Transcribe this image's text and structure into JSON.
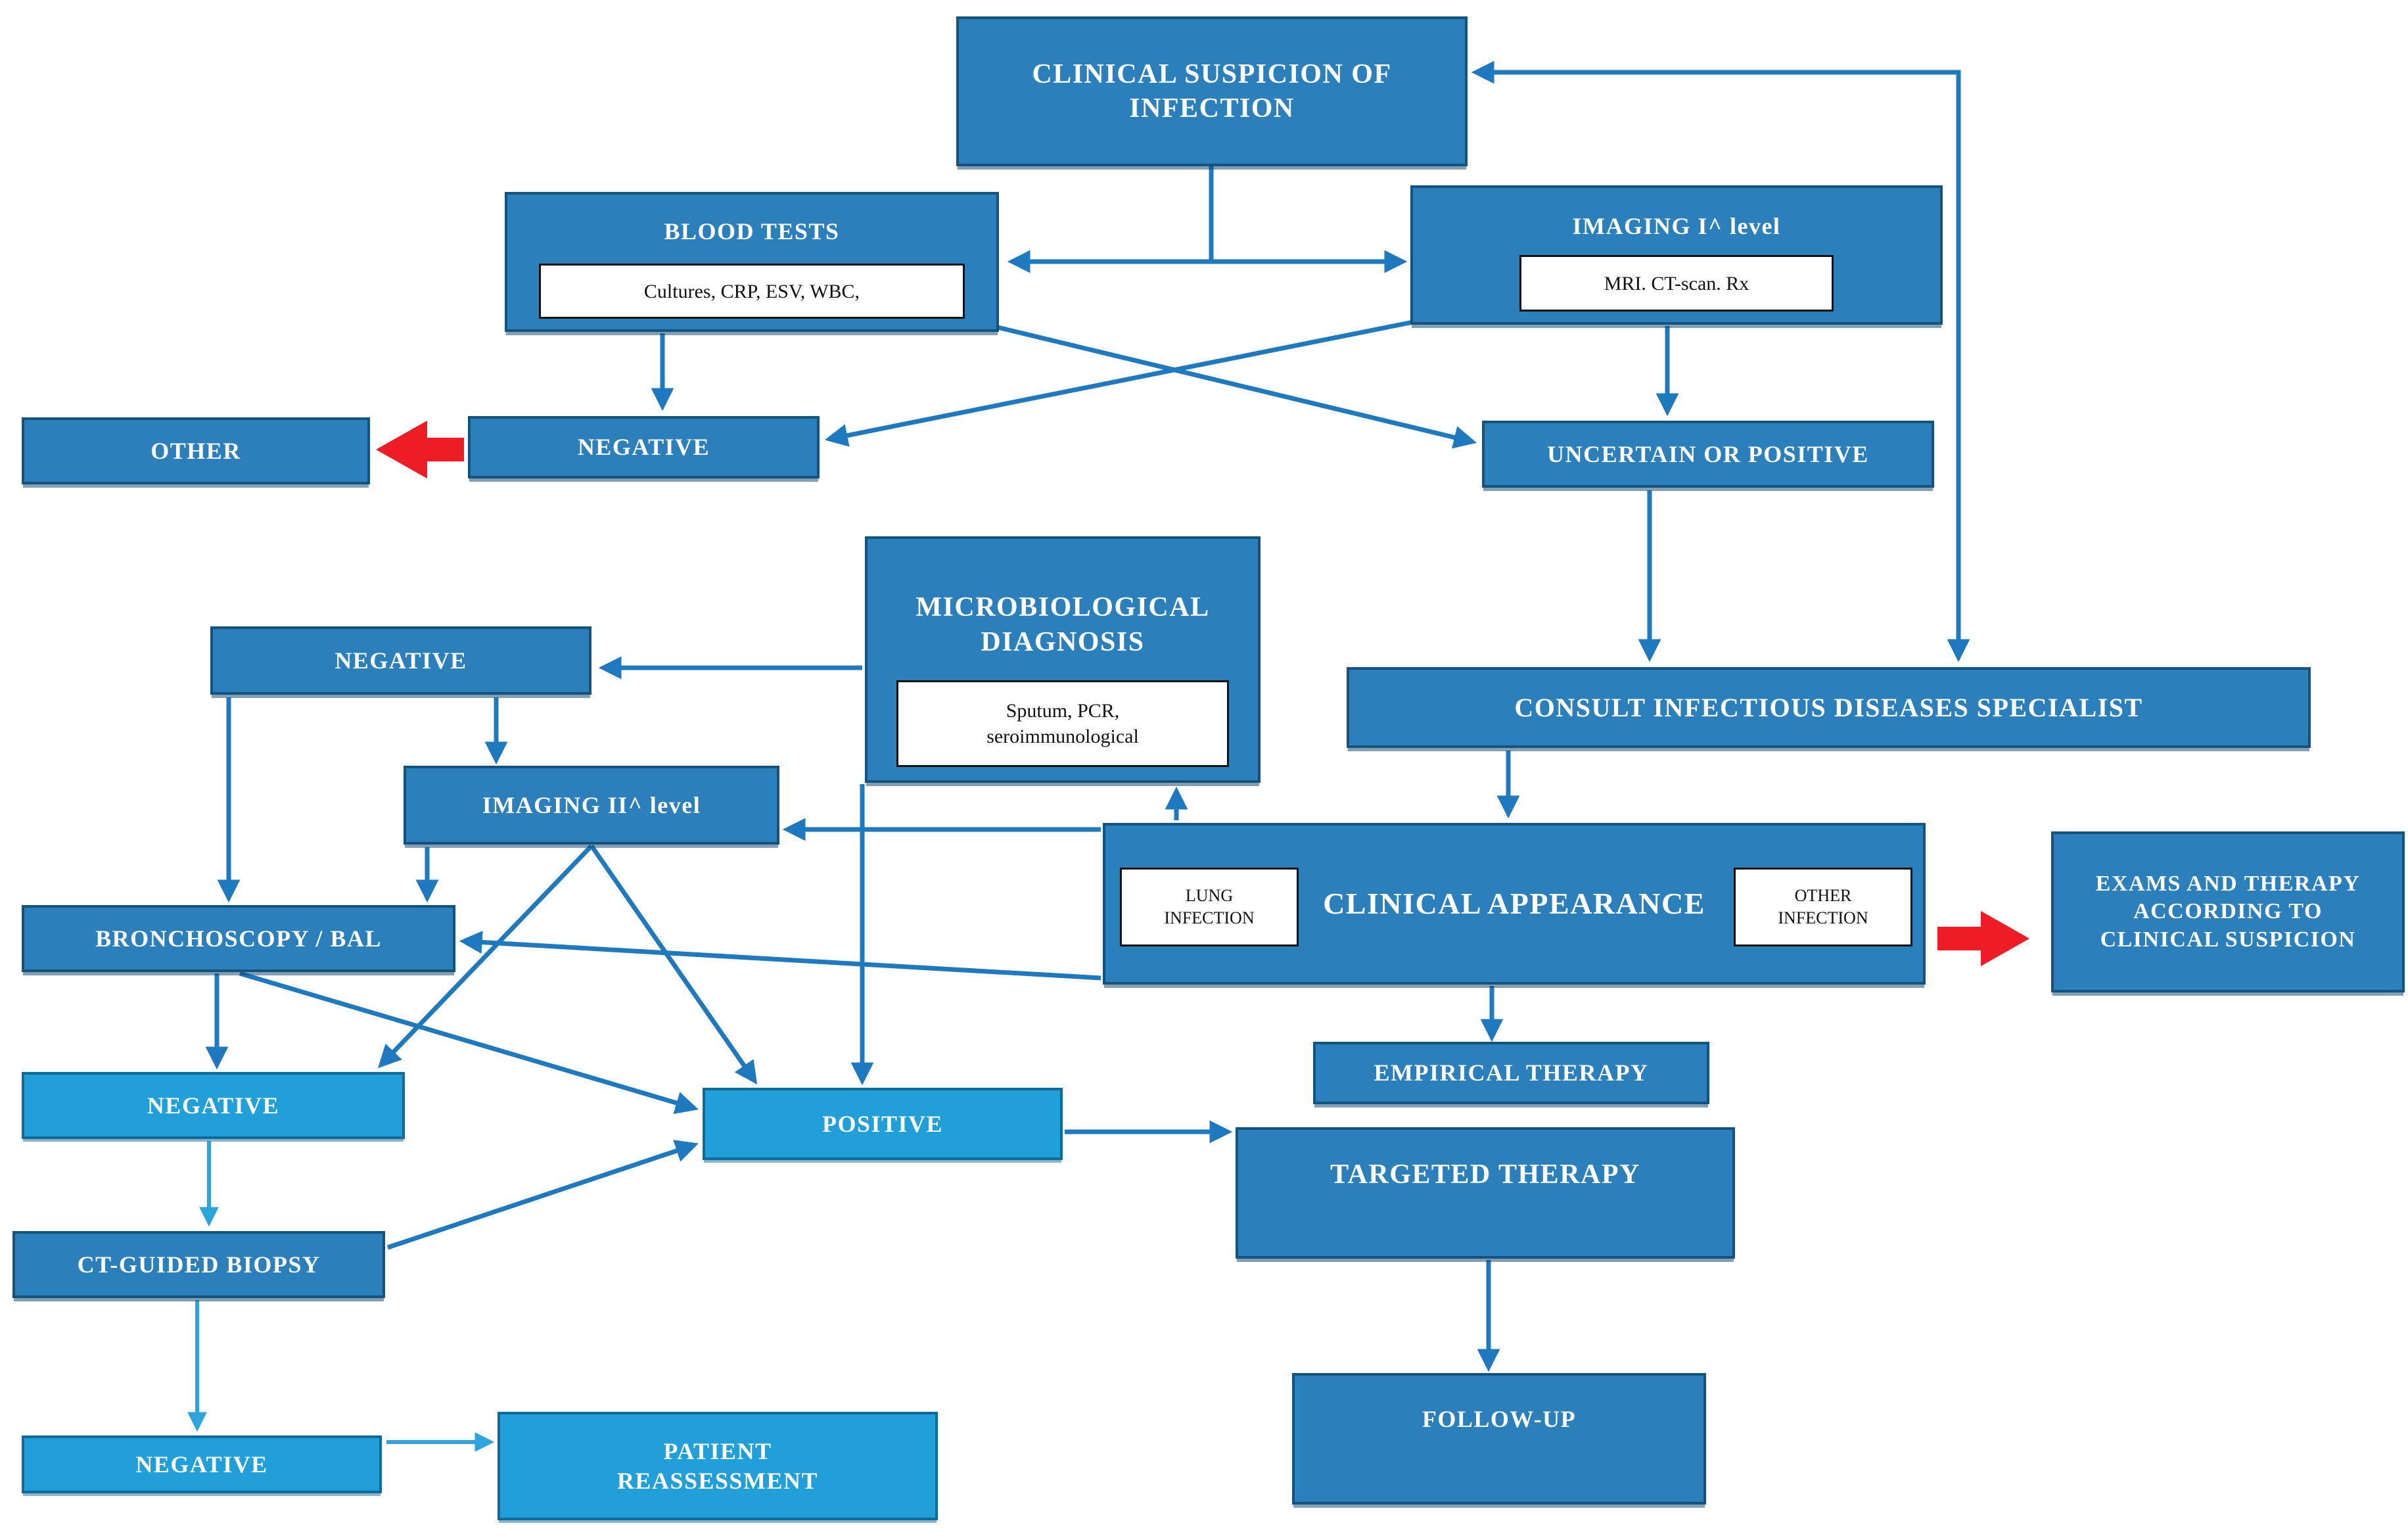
{
  "colors": {
    "box_dark": "#2b80bc",
    "box_light": "#209fd9",
    "box_border_dark": "#14537e",
    "box_border_light": "#0e6c9c",
    "arrow_blue": "#1e79bf",
    "arrow_light_blue": "#2da4de",
    "arrow_red": "#ee1c24",
    "label_text": "#ffffff",
    "detail_text": "#111111",
    "detail_background": "#ffffff"
  },
  "nodes": {
    "clinical_suspicion": {
      "label": "CLINICAL SUSPICION OF\nINFECTION"
    },
    "blood_tests": {
      "label": "BLOOD TESTS",
      "detail": "Cultures, CRP, ESV, WBC,"
    },
    "imaging_1": {
      "label": "IMAGING I^ level",
      "detail": "MRI. CT-scan. Rx"
    },
    "other": {
      "label": "OTHER"
    },
    "negative_blood": {
      "label": "NEGATIVE"
    },
    "uncertain_positive": {
      "label": "UNCERTAIN OR POSITIVE"
    },
    "microbiological": {
      "label": "MICROBIOLOGICAL\nDIAGNOSIS",
      "detail": "Sputum, PCR,\nseroimmunological"
    },
    "negative_micro": {
      "label": "NEGATIVE"
    },
    "consult": {
      "label": "CONSULT INFECTIOUS DISEASES SPECIALIST"
    },
    "imaging_2": {
      "label": "IMAGING II^ level"
    },
    "clinical_appearance": {
      "label": "CLINICAL APPEARANCE",
      "lung": "LUNG\nINFECTION",
      "other": "OTHER\nINFECTION"
    },
    "exams_therapy": {
      "label": "EXAMS AND THERAPY\nACCORDING TO\nCLINICAL SUSPICION"
    },
    "bronchoscopy": {
      "label": "BRONCHOSCOPY / BAL"
    },
    "negative_bronch": {
      "label": "NEGATIVE"
    },
    "positive": {
      "label": "POSITIVE"
    },
    "empirical": {
      "label": "EMPIRICAL THERAPY"
    },
    "targeted": {
      "label": "TARGETED THERAPY"
    },
    "ct_biopsy": {
      "label": "CT-GUIDED BIOPSY"
    },
    "negative_ct": {
      "label": "NEGATIVE"
    },
    "patient_reassessment": {
      "label": "PATIENT\nREASSESSMENT"
    },
    "follow_up": {
      "label": "FOLLOW-UP"
    }
  },
  "edges": [
    {
      "from": "clinical_suspicion",
      "to": "blood_tests",
      "style": "blue"
    },
    {
      "from": "clinical_suspicion",
      "to": "imaging_1",
      "style": "blue"
    },
    {
      "from": "blood_tests",
      "to": "negative_blood",
      "style": "blue"
    },
    {
      "from": "blood_tests",
      "to": "uncertain_positive",
      "style": "blue"
    },
    {
      "from": "imaging_1",
      "to": "negative_blood",
      "style": "blue"
    },
    {
      "from": "imaging_1",
      "to": "uncertain_positive",
      "style": "blue"
    },
    {
      "from": "negative_blood",
      "to": "other",
      "style": "red"
    },
    {
      "from": "uncertain_positive",
      "to": "consult",
      "style": "blue"
    },
    {
      "from": "consult",
      "to": "clinical_suspicion",
      "style": "blue-double-head"
    },
    {
      "from": "consult",
      "to": "clinical_appearance",
      "style": "blue"
    },
    {
      "from": "clinical_appearance",
      "to": "microbiological",
      "style": "blue"
    },
    {
      "from": "clinical_appearance",
      "to": "imaging_2",
      "style": "blue"
    },
    {
      "from": "clinical_appearance",
      "to": "bronchoscopy",
      "style": "blue"
    },
    {
      "from": "clinical_appearance",
      "to": "empirical",
      "style": "blue"
    },
    {
      "from": "clinical_appearance",
      "to": "exams_therapy",
      "style": "red"
    },
    {
      "from": "microbiological",
      "to": "negative_micro",
      "style": "blue"
    },
    {
      "from": "microbiological",
      "to": "positive",
      "style": "blue"
    },
    {
      "from": "negative_micro",
      "to": "imaging_2",
      "style": "blue"
    },
    {
      "from": "negative_micro",
      "to": "bronchoscopy",
      "style": "blue"
    },
    {
      "from": "imaging_2",
      "to": "bronchoscopy",
      "style": "blue"
    },
    {
      "from": "imaging_2",
      "to": "negative_bronch",
      "style": "blue"
    },
    {
      "from": "imaging_2",
      "to": "positive",
      "style": "blue"
    },
    {
      "from": "bronchoscopy",
      "to": "negative_bronch",
      "style": "blue"
    },
    {
      "from": "bronchoscopy",
      "to": "positive",
      "style": "blue"
    },
    {
      "from": "negative_bronch",
      "to": "ct_biopsy",
      "style": "light-blue"
    },
    {
      "from": "ct_biopsy",
      "to": "positive",
      "style": "blue"
    },
    {
      "from": "ct_biopsy",
      "to": "negative_ct",
      "style": "light-blue"
    },
    {
      "from": "negative_ct",
      "to": "patient_reassessment",
      "style": "light-blue"
    },
    {
      "from": "positive",
      "to": "targeted",
      "style": "blue"
    },
    {
      "from": "targeted",
      "to": "follow_up",
      "style": "blue"
    }
  ]
}
